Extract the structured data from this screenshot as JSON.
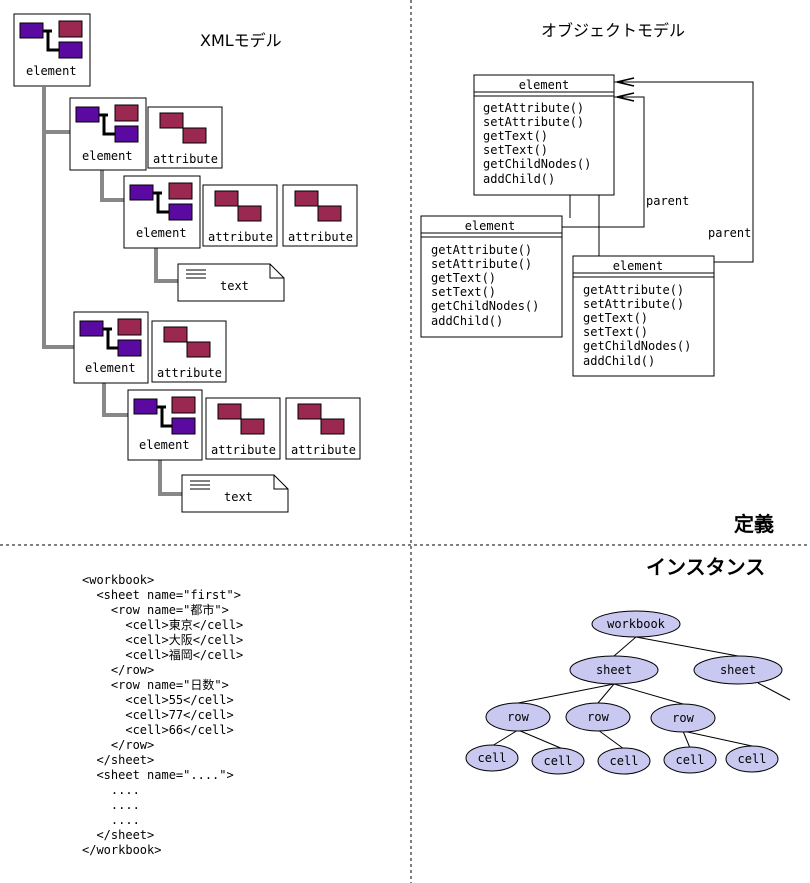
{
  "xml_model": {
    "title": "XMLモデル",
    "element_label": "element",
    "attribute_label": "attribute",
    "text_label": "text"
  },
  "object_model": {
    "title": "オブジェクトモデル",
    "class_name": "element",
    "methods": [
      "getAttribute()",
      "setAttribute()",
      "getText()",
      "setText()",
      "getChildNodes()",
      "addChild()"
    ],
    "parent_label": "parent"
  },
  "section_labels": {
    "definition": "定義",
    "instance": "インスタンス"
  },
  "xml_code": [
    "<workbook>",
    "  <sheet name=\"first\">",
    "    <row name=\"都市\">",
    "      <cell>東京</cell>",
    "      <cell>大阪</cell>",
    "      <cell>福岡</cell>",
    "    </row>",
    "    <row name=\"日数\">",
    "      <cell>55</cell>",
    "      <cell>77</cell>",
    "      <cell>66</cell>",
    "    </row>",
    "  </sheet>",
    "  <sheet name=\"....\">",
    "    ....",
    "    ....",
    "    ....",
    "  </sheet>",
    "</workbook>"
  ],
  "instance_tree": {
    "workbook": "workbook",
    "sheet": "sheet",
    "row": "row",
    "cell": "cell"
  },
  "colors": {
    "purple": "#5a0aa0",
    "crimson": "#9a2850",
    "node_fill": "#c8c8f0",
    "connector": "#888888"
  }
}
